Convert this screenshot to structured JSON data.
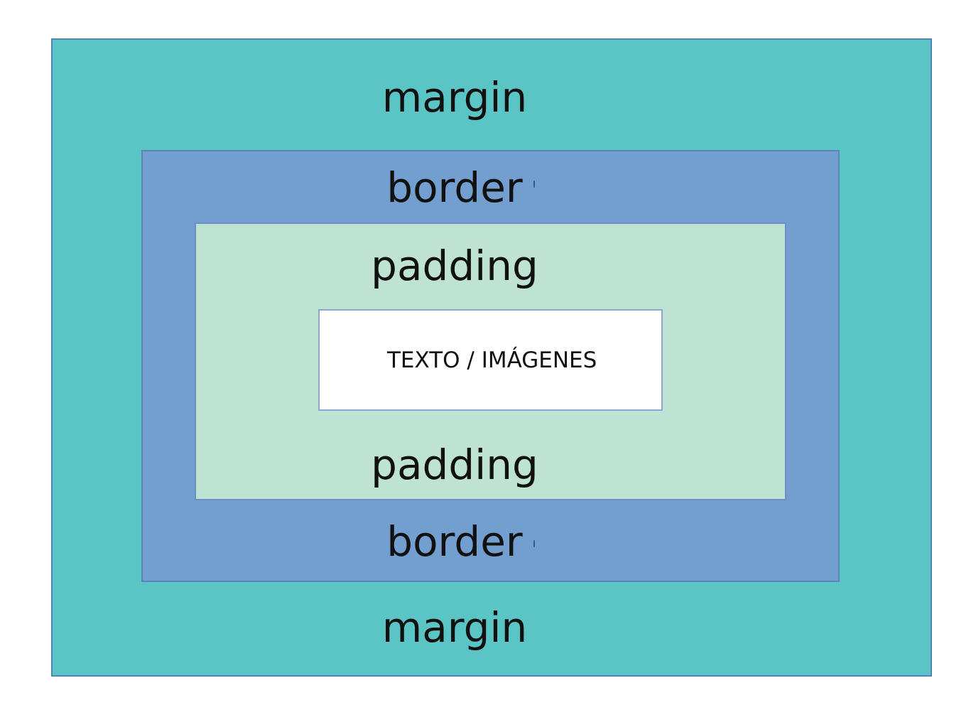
{
  "diagram": {
    "layers": {
      "margin": {
        "label": "margin",
        "color": "#5bc5c6"
      },
      "border": {
        "label": "border",
        "color": "#729fd0"
      },
      "padding": {
        "label": "padding",
        "color": "#bfe3d3"
      },
      "content": {
        "label": "TEXTO / IMÁGENES",
        "color": "#ffffff"
      }
    }
  }
}
